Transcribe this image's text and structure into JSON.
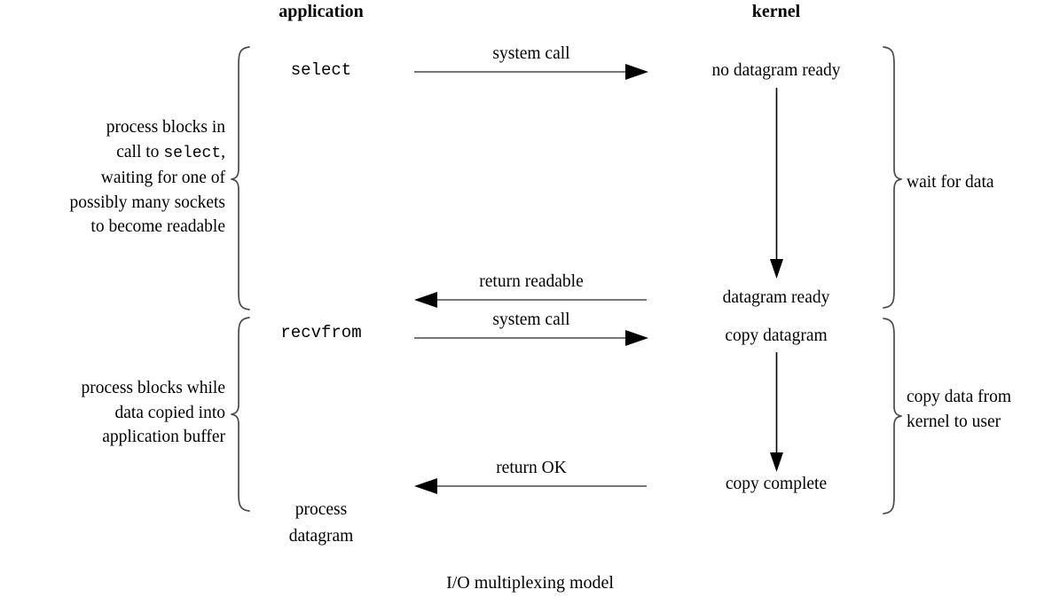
{
  "diagram": {
    "caption": "I/O multiplexing model",
    "columns": {
      "application": "application",
      "kernel": "kernel"
    },
    "application_calls": {
      "select": "select",
      "recvfrom": "recvfrom",
      "process_datagram_line1": "process",
      "process_datagram_line2": "datagram"
    },
    "application_notes": {
      "block_select": {
        "line1": "process blocks in",
        "line2_pre": "call to ",
        "line2_mono": "select",
        "line2_post": ",",
        "line3": "waiting for one of",
        "line4": "possibly many sockets",
        "line5": "to become readable"
      },
      "block_copy": {
        "line1": "process blocks while",
        "line2": "data copied into",
        "line3": "application buffer"
      }
    },
    "kernel_states": {
      "no_datagram_ready": "no datagram ready",
      "datagram_ready": "datagram ready",
      "copy_datagram": "copy datagram",
      "copy_complete": "copy complete"
    },
    "kernel_notes": {
      "wait_for_data": "wait for data",
      "copy_data_line1": "copy data from",
      "copy_data_line2": "kernel to user"
    },
    "arrows": {
      "system_call_1": "system call",
      "return_readable": "return readable",
      "system_call_2": "system call",
      "return_ok": "return OK"
    },
    "colors": {
      "ink": "#000000",
      "rule": "#4a4a4a",
      "background": "#ffffff"
    }
  }
}
